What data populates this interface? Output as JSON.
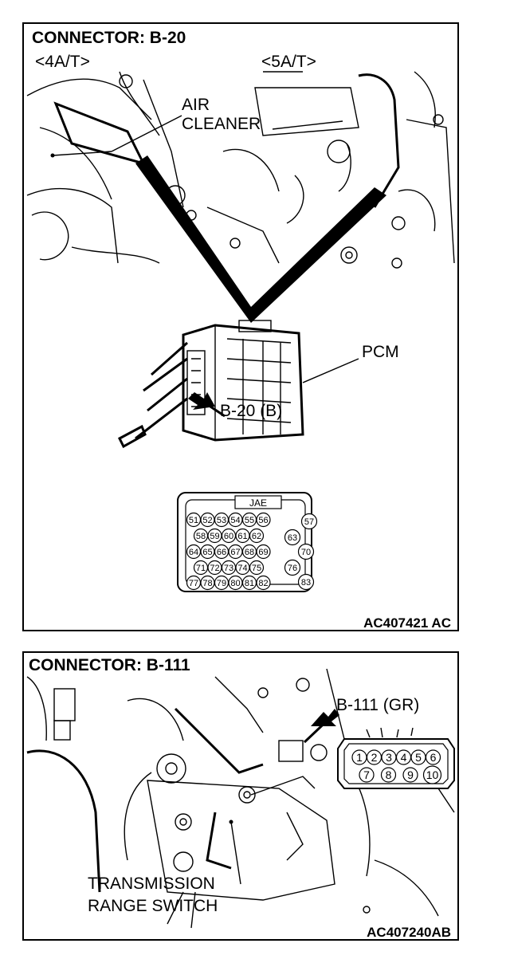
{
  "connector1": {
    "title": "CONNECTOR: B-20",
    "variant_left": "<4A/T>",
    "variant_right": "<5A/T>",
    "label_air_line1": "AIR",
    "label_air_line2": "CLEANER",
    "label_pcm": "PCM",
    "label_connector": "B-20 (B)",
    "connector_type": "JAE",
    "pins_row1": [
      "51",
      "52",
      "53",
      "54",
      "55",
      "56",
      "57"
    ],
    "pins_row2": [
      "58",
      "59",
      "60",
      "61",
      "62",
      "63"
    ],
    "pins_row3": [
      "64",
      "65",
      "66",
      "67",
      "68",
      "69",
      "70"
    ],
    "pins_row4": [
      "71",
      "72",
      "73",
      "74",
      "75",
      "76"
    ],
    "pins_row5": [
      "77",
      "78",
      "79",
      "80",
      "81",
      "82",
      "83"
    ],
    "figure_code": "AC407421 AC"
  },
  "connector2": {
    "title": "CONNECTOR: B-111",
    "label_connector": "B-111 (GR)",
    "label_switch_line1": "TRANSMISSION",
    "label_switch_line2": "RANGE SWITCH",
    "pins_row1": [
      "1",
      "2",
      "3",
      "4",
      "5",
      "6"
    ],
    "pins_row2": [
      "7",
      "8",
      "9",
      "10"
    ],
    "figure_code": "AC407240AB"
  }
}
